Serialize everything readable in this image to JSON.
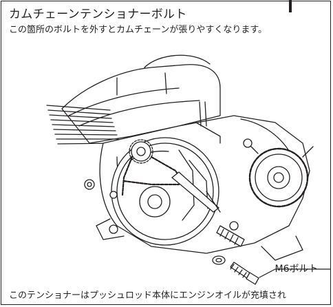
{
  "heading": {
    "title": "カムチェーンテンショナーボルト",
    "subtitle": "この箇所のボルトを外すとカムチェーンが張りやすくなります。"
  },
  "figure": {
    "callout_label": "M6ボルト"
  },
  "caption": {
    "text": "このテンショナーはプッシュロッド本体にエンジンオイルが充填され"
  },
  "colors": {
    "line": "#231f20",
    "background": "#ffffff"
  },
  "icons": {
    "engine": "engine-line-illustration",
    "bolt": "bolt-icon"
  }
}
